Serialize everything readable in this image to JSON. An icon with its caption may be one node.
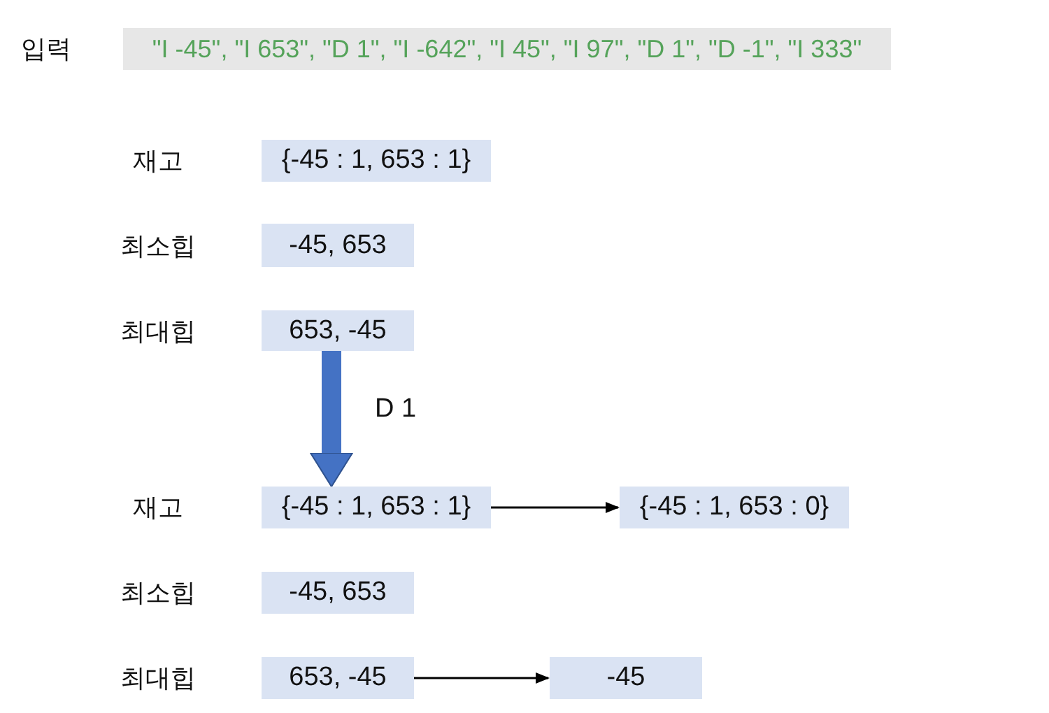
{
  "diagram": {
    "nodes": [
      {
        "text": [
          "\"I -45\", \"I 653\", \"D 1\", \"I -642\", \"I 45\", \"I 97\", \"D 1\", \"D -1\", \"I 333\""
        ],
        "beside": [
          "입력"
        ]
      },
      {
        "text": [
          "{-45 : 1, 653 : 1}"
        ],
        "beside": [
          "재고"
        ]
      },
      {
        "text": [
          "-45, 653"
        ],
        "beside": [
          "최소힙"
        ]
      },
      {
        "text": [
          "653, -45"
        ],
        "beside": [
          "최대힙"
        ]
      },
      {
        "text": [
          "{-45 : 1, 653 : 1}"
        ],
        "beside": [
          "재고"
        ]
      },
      {
        "text": [
          "{-45 : 1, 653 : 0}"
        ]
      },
      {
        "text": [
          "-45, 653"
        ],
        "beside": [
          "최소힙"
        ]
      },
      {
        "text": [
          "653, -45"
        ],
        "beside": [
          "최대힙"
        ]
      },
      {
        "text": [
          "-45"
        ]
      }
    ],
    "edges": [
      {
        "from": 3,
        "to": 4,
        "arrow": "to",
        "label": "D 1",
        "style": "thick",
        "color": "#4472c4"
      },
      {
        "from": 4,
        "to": 5,
        "arrow": "to"
      },
      {
        "from": 7,
        "to": 8,
        "arrow": "to"
      }
    ]
  }
}
